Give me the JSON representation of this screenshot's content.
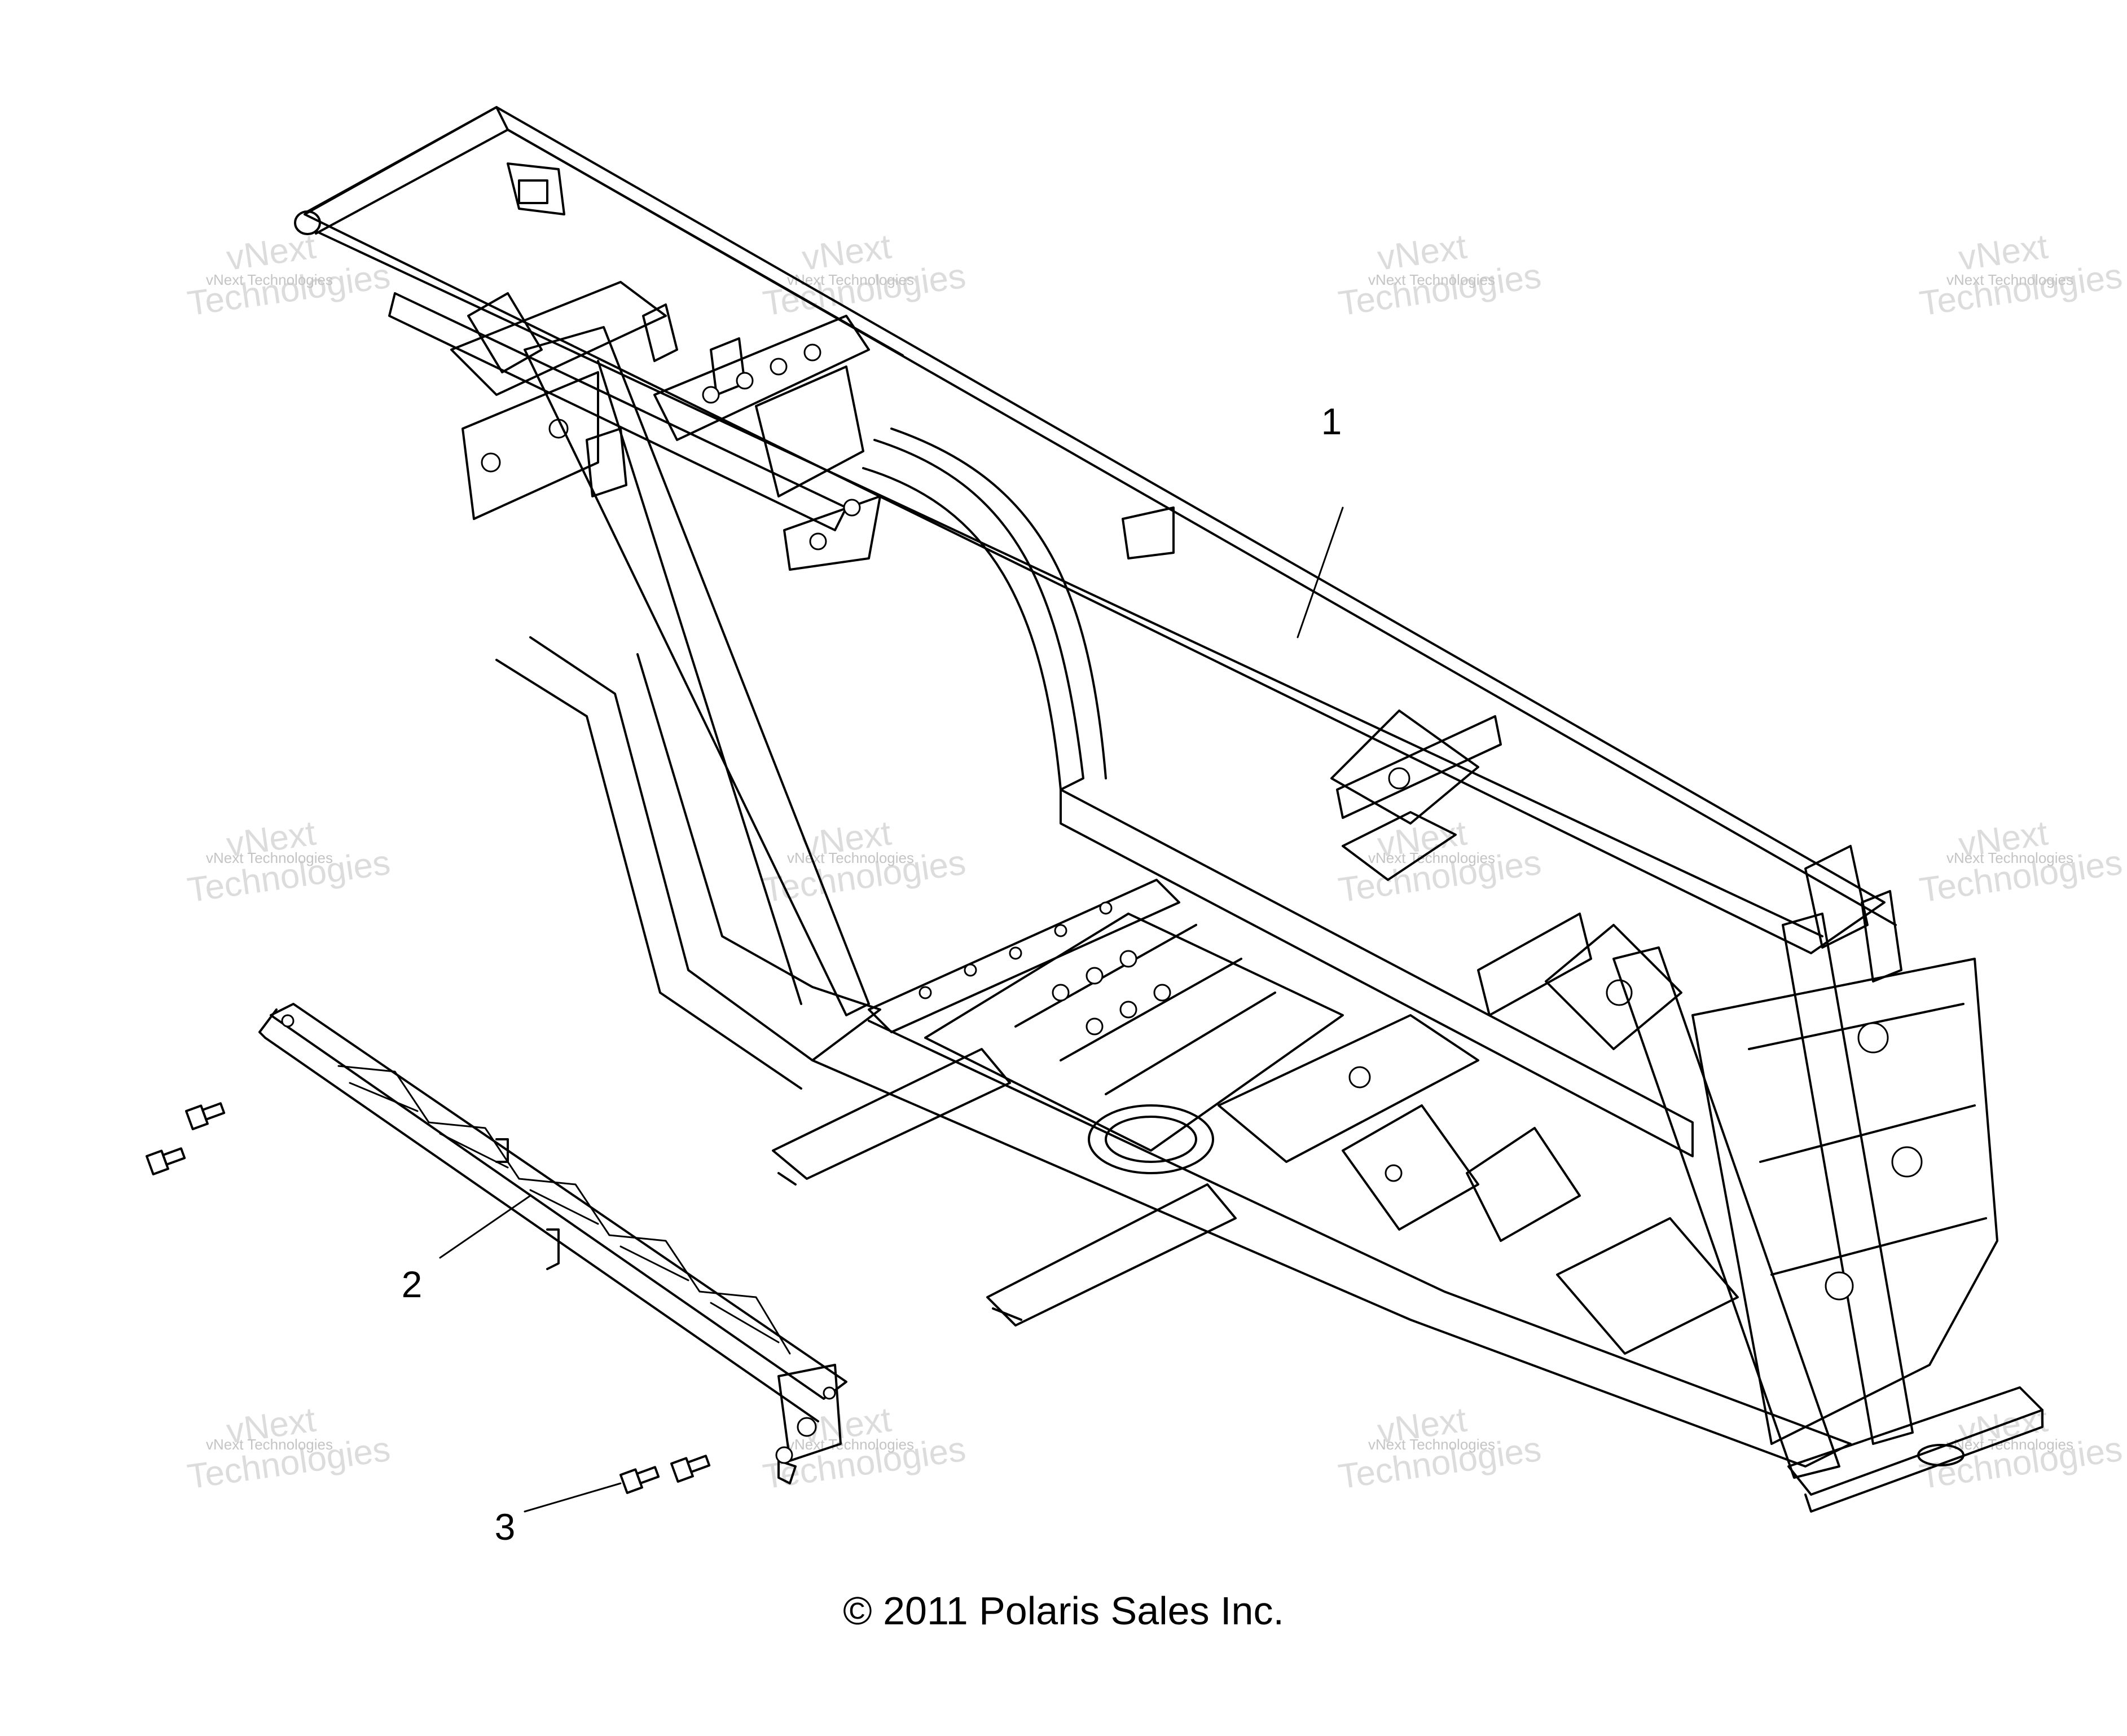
{
  "callouts": [
    {
      "label": "1"
    },
    {
      "label": "2"
    },
    {
      "label": "3"
    }
  ],
  "copyright": "© 2011 Polaris Sales Inc.",
  "watermark": {
    "small": "vNext Technologies",
    "large_top": "vNext",
    "large_bottom": "Technologies"
  },
  "colors": {
    "line": "#000000",
    "background": "#ffffff",
    "watermark": "#dcdcdc"
  }
}
